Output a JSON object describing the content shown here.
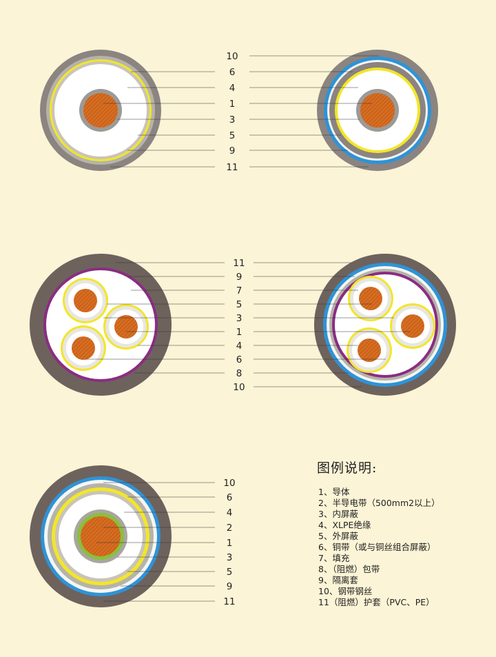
{
  "diagrams": [
    {
      "id": "single-core-unarmored",
      "labels": [
        "10",
        "6",
        "4",
        "1",
        "3",
        "5",
        "9",
        "11"
      ]
    },
    {
      "id": "three-core",
      "labels": [
        "11",
        "9",
        "7",
        "5",
        "3",
        "1",
        "4",
        "6",
        "8",
        "10"
      ]
    },
    {
      "id": "single-core-armored",
      "labels": [
        "10",
        "6",
        "4",
        "2",
        "1",
        "3",
        "5",
        "9",
        "11"
      ]
    }
  ],
  "legend": {
    "title": "图例说明:",
    "items": [
      "1、导体",
      "2、半导电带（500mm2以上）",
      "3、内屏蔽",
      "4、XLPE绝缘",
      "5、外屏蔽",
      "6、铜带（或与铜丝组合屏蔽）",
      "7、填充",
      "8、（阻燃）包带",
      "9、隔离套",
      "10、钢带钢丝",
      "11（阻燃）护套（PVC、PE）"
    ]
  },
  "colors": {
    "background": "#fbf4d6",
    "sheath_grey": "#8b8480",
    "sheath_brown": "#6e625d",
    "armor_blue": "#2f93d6",
    "armor_white": "#f4f6f4",
    "copper_tape_yellow": "#f2e62a",
    "separator_grey": "#b6b3aa",
    "insulation_white": "#ffffff",
    "conductor_orange": "#d86d20",
    "conductor_hatch": "#9c4614",
    "semiconductor_green": "#8cbf3a",
    "binding_purple": "#8a2d82"
  }
}
